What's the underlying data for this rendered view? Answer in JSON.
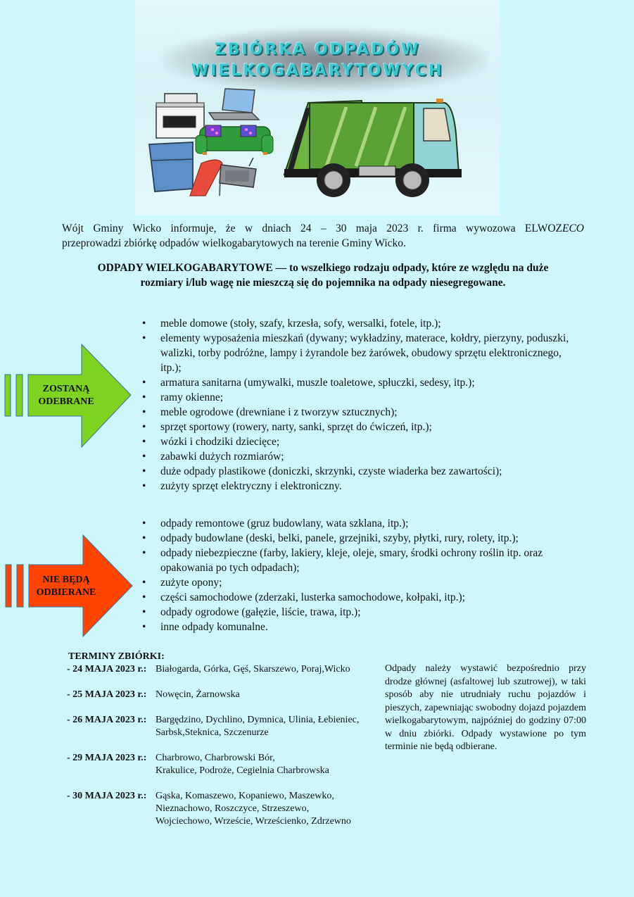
{
  "banner": {
    "title_line1": "ZBIÓRKA ODPADÓW",
    "title_line2": "WIELKOGABARYTOWYCH",
    "illustration_items": [
      "stove",
      "laptop",
      "sofa",
      "fridge",
      "towel-ladder",
      "radio",
      "garbage-truck"
    ]
  },
  "intro": {
    "line1_prefix": "Wójt Gminy Wicko informuje, że w dniach 24 – 30 maja 2023 r. firma wywozowa ELWOZ",
    "line1_company_italic": "ECO",
    "line2": "przeprowadzi zbiórkę odpadów wielkogabarytowych na terenie Gminy Wicko."
  },
  "definition": {
    "line1": "ODPADY WIELKOGABARYTOWE — to wszelkiego rodzaju odpady, które ze względu na duże",
    "line2": "rozmiary i/lub wagę nie mieszczą się do pojemnika na odpady niesegregowane."
  },
  "collected": {
    "label_line1": "ZOSTANĄ",
    "label_line2": "ODEBRANE",
    "color": "#7ed321",
    "bullet": "•",
    "items": [
      "meble domowe (stoły, szafy, krzesła, sofy, wersalki, fotele, itp.);",
      "elementy wyposażenia mieszkań (dywany; wykładziny, materace, kołdry, pierzyny, poduszki, walizki, torby podróżne, lampy i żyrandole bez żarówek, obudowy sprzętu elektronicznego, itp.);",
      "armatura sanitarna (umywalki, muszle toaletowe, spłuczki, sedesy, itp.);",
      "ramy okienne;",
      "meble ogrodowe (drewniane i z tworzyw sztucznych);",
      "sprzęt sportowy (rowery, narty, sanki, sprzęt do ćwiczeń, itp.);",
      "wózki i chodziki dziecięce;",
      "zabawki dużych rozmiarów;",
      "duże odpady plastikowe (doniczki, skrzynki, czyste wiaderka bez zawartości);",
      "zużyty sprzęt elektryczny i elektroniczny."
    ]
  },
  "rejected": {
    "label_line1": "NIE BĘDĄ",
    "label_line2": "ODBIERANE",
    "color": "#ff4500",
    "bullet": "•",
    "items": [
      "odpady remontowe (gruz budowlany, wata szklana, itp.);",
      "odpady budowlane (deski, belki, panele, grzejniki, szyby, płytki, rury, rolety, itp.);",
      "odpady niebezpieczne (farby, lakiery, kleje, oleje, smary, środki ochrony roślin itp. oraz opakowania po tych odpadach);",
      "zużyte opony;",
      "części samochodowe (zderzaki, lusterka samochodowe, kołpaki, itp.);",
      "odpady ogrodowe (gałęzie, liście, trawa, itp.);",
      "inne odpady komunalne."
    ]
  },
  "schedule": {
    "heading": "TERMINY ZBIÓRKI:",
    "entries": [
      {
        "date": "- 24 MAJA 2023 r.:",
        "places": [
          "Białogarda, Górka, Gęś, Skarszewo, Poraj,Wicko"
        ]
      },
      {
        "date": "- 25 MAJA 2023 r.:",
        "places": [
          "Nowęcin, Żarnowska"
        ]
      },
      {
        "date": "- 26 MAJA 2023 r.:",
        "places": [
          "Bargędzino, Dychlino, Dymnica, Ulinia, Łebieniec,",
          "Sarbsk,Steknica, Szczenurze"
        ]
      },
      {
        "date": "- 29 MAJA 2023 r.:",
        "places": [
          "Charbrowo, Charbrowski Bór,",
          "Krakulice, Podroże, Cegielnia Charbrowska"
        ]
      },
      {
        "date": "- 30 MAJA 2023 r.:",
        "places": [
          "Gąska, Komaszewo, Kopaniewo, Maszewko,",
          "Nieznachowo, Roszczyce, Strzeszewo,",
          "Wojciechowo, Wrzeście, Wrześcienko, Zdrzewno"
        ]
      }
    ]
  },
  "notice": {
    "text": "Odpady należy wystawić bezpośrednio przy drodze głównej (asfaltowej lub szutrowej), w taki sposób aby nie utrudniały ruchu pojazdów i pieszych, zapewniając swobodny dojazd pojazdem wielkogabarytowym, najpóźniej do godziny 07:00 w dniu zbiórki. Odpady wystawione po tym terminie nie będą odbierane."
  },
  "colors": {
    "background": "#cdf8fa",
    "title_teal": "#3cc7cf",
    "truck_green": "#6fb43f",
    "truck_cab": "#8fd3d3"
  }
}
